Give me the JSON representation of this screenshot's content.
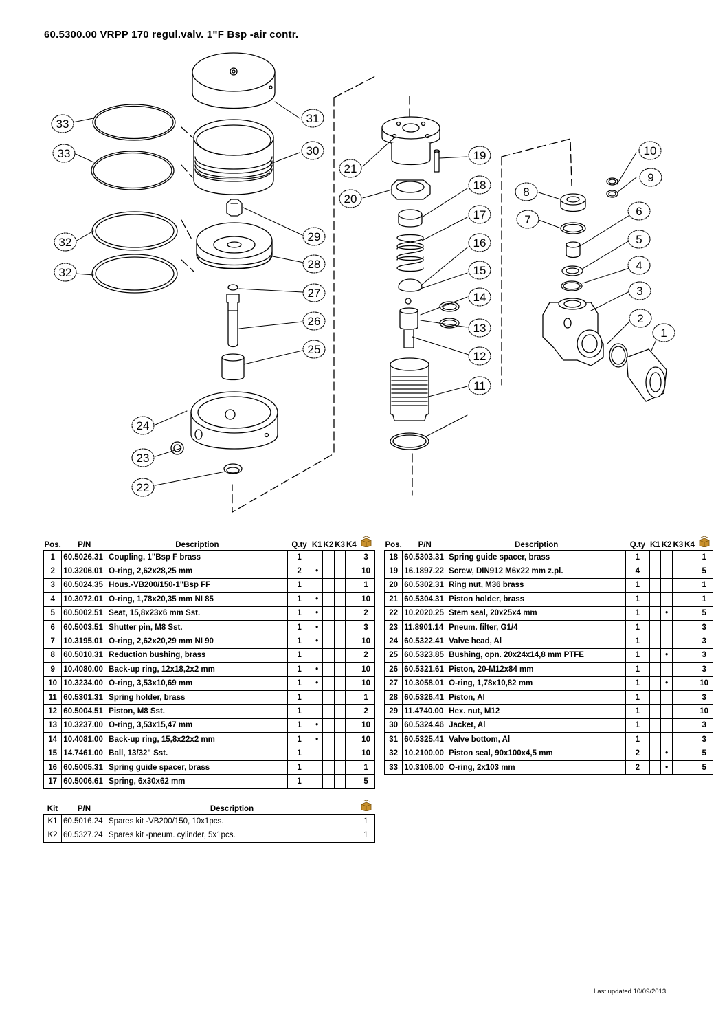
{
  "title": "60.5300.00 VRPP 170 regul.valv. 1\"F Bsp -air contr.",
  "diagram": {
    "callouts": [
      "1",
      "2",
      "3",
      "4",
      "5",
      "6",
      "7",
      "8",
      "9",
      "10",
      "11",
      "12",
      "13",
      "14",
      "15",
      "16",
      "17",
      "18",
      "19",
      "20",
      "21",
      "22",
      "23",
      "24",
      "25",
      "26",
      "27",
      "28",
      "29",
      "30",
      "31",
      "32",
      "33"
    ]
  },
  "table_headers": {
    "pos": "Pos.",
    "pn": "P/N",
    "desc": "Description",
    "qty": "Q.ty",
    "k1": "K1",
    "k2": "K2",
    "k3": "K3",
    "k4": "K4",
    "pack_icon": "box-icon"
  },
  "parts_left": [
    {
      "pos": "1",
      "pn": "60.5026.31",
      "desc": "Coupling, 1\"Bsp F brass",
      "qty": "1",
      "k1": "",
      "k2": "",
      "k3": "",
      "k4": "",
      "pack": "3"
    },
    {
      "pos": "2",
      "pn": "10.3206.01",
      "desc": "O-ring, 2,62x28,25 mm",
      "qty": "2",
      "k1": "•",
      "k2": "",
      "k3": "",
      "k4": "",
      "pack": "10"
    },
    {
      "pos": "3",
      "pn": "60.5024.35",
      "desc": "Hous.-VB200/150-1\"Bsp FF",
      "qty": "1",
      "k1": "",
      "k2": "",
      "k3": "",
      "k4": "",
      "pack": "1"
    },
    {
      "pos": "4",
      "pn": "10.3072.01",
      "desc": "O-ring, 1,78x20,35 mm NI 85",
      "qty": "1",
      "k1": "•",
      "k2": "",
      "k3": "",
      "k4": "",
      "pack": "10"
    },
    {
      "pos": "5",
      "pn": "60.5002.51",
      "desc": "Seat, 15,8x23x6 mm Sst.",
      "qty": "1",
      "k1": "•",
      "k2": "",
      "k3": "",
      "k4": "",
      "pack": "2"
    },
    {
      "pos": "6",
      "pn": "60.5003.51",
      "desc": "Shutter pin, M8 Sst.",
      "qty": "1",
      "k1": "•",
      "k2": "",
      "k3": "",
      "k4": "",
      "pack": "3"
    },
    {
      "pos": "7",
      "pn": "10.3195.01",
      "desc": "O-ring, 2,62x20,29 mm NI 90",
      "qty": "1",
      "k1": "•",
      "k2": "",
      "k3": "",
      "k4": "",
      "pack": "10"
    },
    {
      "pos": "8",
      "pn": "60.5010.31",
      "desc": "Reduction bushing, brass",
      "qty": "1",
      "k1": "",
      "k2": "",
      "k3": "",
      "k4": "",
      "pack": "2"
    },
    {
      "pos": "9",
      "pn": "10.4080.00",
      "desc": "Back-up ring, 12x18,2x2 mm",
      "qty": "1",
      "k1": "•",
      "k2": "",
      "k3": "",
      "k4": "",
      "pack": "10"
    },
    {
      "pos": "10",
      "pn": "10.3234.00",
      "desc": "O-ring, 3,53x10,69 mm",
      "qty": "1",
      "k1": "•",
      "k2": "",
      "k3": "",
      "k4": "",
      "pack": "10"
    },
    {
      "pos": "11",
      "pn": "60.5301.31",
      "desc": "Spring holder, brass",
      "qty": "1",
      "k1": "",
      "k2": "",
      "k3": "",
      "k4": "",
      "pack": "1"
    },
    {
      "pos": "12",
      "pn": "60.5004.51",
      "desc": "Piston, M8 Sst.",
      "qty": "1",
      "k1": "",
      "k2": "",
      "k3": "",
      "k4": "",
      "pack": "2"
    },
    {
      "pos": "13",
      "pn": "10.3237.00",
      "desc": "O-ring, 3,53x15,47 mm",
      "qty": "1",
      "k1": "•",
      "k2": "",
      "k3": "",
      "k4": "",
      "pack": "10"
    },
    {
      "pos": "14",
      "pn": "10.4081.00",
      "desc": "Back-up ring, 15,8x22x2 mm",
      "qty": "1",
      "k1": "•",
      "k2": "",
      "k3": "",
      "k4": "",
      "pack": "10"
    },
    {
      "pos": "15",
      "pn": "14.7461.00",
      "desc": "Ball, 13/32\" Sst.",
      "qty": "1",
      "k1": "",
      "k2": "",
      "k3": "",
      "k4": "",
      "pack": "10"
    },
    {
      "pos": "16",
      "pn": "60.5005.31",
      "desc": "Spring guide spacer, brass",
      "qty": "1",
      "k1": "",
      "k2": "",
      "k3": "",
      "k4": "",
      "pack": "1"
    },
    {
      "pos": "17",
      "pn": "60.5006.61",
      "desc": "Spring, 6x30x62 mm",
      "qty": "1",
      "k1": "",
      "k2": "",
      "k3": "",
      "k4": "",
      "pack": "5"
    }
  ],
  "parts_right": [
    {
      "pos": "18",
      "pn": "60.5303.31",
      "desc": "Spring guide spacer, brass",
      "qty": "1",
      "k1": "",
      "k2": "",
      "k3": "",
      "k4": "",
      "pack": "1"
    },
    {
      "pos": "19",
      "pn": "16.1897.22",
      "desc": "Screw, DIN912 M6x22 mm z.pl.",
      "qty": "4",
      "k1": "",
      "k2": "",
      "k3": "",
      "k4": "",
      "pack": "5"
    },
    {
      "pos": "20",
      "pn": "60.5302.31",
      "desc": "Ring nut, M36 brass",
      "qty": "1",
      "k1": "",
      "k2": "",
      "k3": "",
      "k4": "",
      "pack": "1"
    },
    {
      "pos": "21",
      "pn": "60.5304.31",
      "desc": "Piston holder, brass",
      "qty": "1",
      "k1": "",
      "k2": "",
      "k3": "",
      "k4": "",
      "pack": "1"
    },
    {
      "pos": "22",
      "pn": "10.2020.25",
      "desc": "Stem seal, 20x25x4 mm",
      "qty": "1",
      "k1": "",
      "k2": "•",
      "k3": "",
      "k4": "",
      "pack": "5"
    },
    {
      "pos": "23",
      "pn": "11.8901.14",
      "desc": "Pneum. filter, G1/4",
      "qty": "1",
      "k1": "",
      "k2": "",
      "k3": "",
      "k4": "",
      "pack": "3"
    },
    {
      "pos": "24",
      "pn": "60.5322.41",
      "desc": "Valve head, Al",
      "qty": "1",
      "k1": "",
      "k2": "",
      "k3": "",
      "k4": "",
      "pack": "3"
    },
    {
      "pos": "25",
      "pn": "60.5323.85",
      "desc": "Bushing, opn. 20x24x14,8 mm PTFE",
      "qty": "1",
      "k1": "",
      "k2": "•",
      "k3": "",
      "k4": "",
      "pack": "3"
    },
    {
      "pos": "26",
      "pn": "60.5321.61",
      "desc": "Piston, 20-M12x84 mm",
      "qty": "1",
      "k1": "",
      "k2": "",
      "k3": "",
      "k4": "",
      "pack": "3"
    },
    {
      "pos": "27",
      "pn": "10.3058.01",
      "desc": "O-ring, 1,78x10,82 mm",
      "qty": "1",
      "k1": "",
      "k2": "•",
      "k3": "",
      "k4": "",
      "pack": "10"
    },
    {
      "pos": "28",
      "pn": "60.5326.41",
      "desc": "Piston, Al",
      "qty": "1",
      "k1": "",
      "k2": "",
      "k3": "",
      "k4": "",
      "pack": "3"
    },
    {
      "pos": "29",
      "pn": "11.4740.00",
      "desc": "Hex. nut, M12",
      "qty": "1",
      "k1": "",
      "k2": "",
      "k3": "",
      "k4": "",
      "pack": "10"
    },
    {
      "pos": "30",
      "pn": "60.5324.46",
      "desc": "Jacket, Al",
      "qty": "1",
      "k1": "",
      "k2": "",
      "k3": "",
      "k4": "",
      "pack": "3"
    },
    {
      "pos": "31",
      "pn": "60.5325.41",
      "desc": "Valve bottom, Al",
      "qty": "1",
      "k1": "",
      "k2": "",
      "k3": "",
      "k4": "",
      "pack": "3"
    },
    {
      "pos": "32",
      "pn": "10.2100.00",
      "desc": "Piston seal, 90x100x4,5 mm",
      "qty": "2",
      "k1": "",
      "k2": "•",
      "k3": "",
      "k4": "",
      "pack": "5"
    },
    {
      "pos": "33",
      "pn": "10.3106.00",
      "desc": "O-ring, 2x103 mm",
      "qty": "2",
      "k1": "",
      "k2": "•",
      "k3": "",
      "k4": "",
      "pack": "5"
    }
  ],
  "kit_headers": {
    "kit": "Kit",
    "pn": "P/N",
    "desc": "Description",
    "pack_icon": "box-icon"
  },
  "kits": [
    {
      "kit": "K1",
      "pn": "60.5016.24",
      "desc": "Spares kit -VB200/150, 10x1pcs.",
      "pack": "1"
    },
    {
      "kit": "K2",
      "pn": "60.5327.24",
      "desc": "Spares kit -pneum. cylinder, 5x1pcs.",
      "pack": "1"
    }
  ],
  "footer": "Last updated 10/09/2013",
  "colors": {
    "box_icon": "#c8902c",
    "line": "#000000"
  }
}
